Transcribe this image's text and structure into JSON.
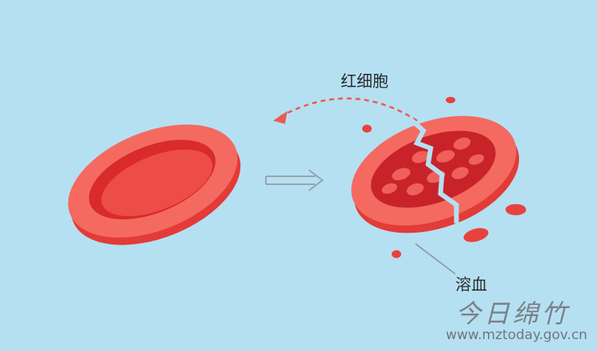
{
  "labels": {
    "red_blood_cell": "红细胞",
    "hemolysis": "溶血"
  },
  "watermark": {
    "logo": "今日绵竹",
    "url": "www.mztoday.gov.cn"
  },
  "colors": {
    "background": "#b5e0f2",
    "cell": "#ee4a45",
    "cell_dark": "#d42a2a",
    "arrow": "#ec5a50"
  }
}
